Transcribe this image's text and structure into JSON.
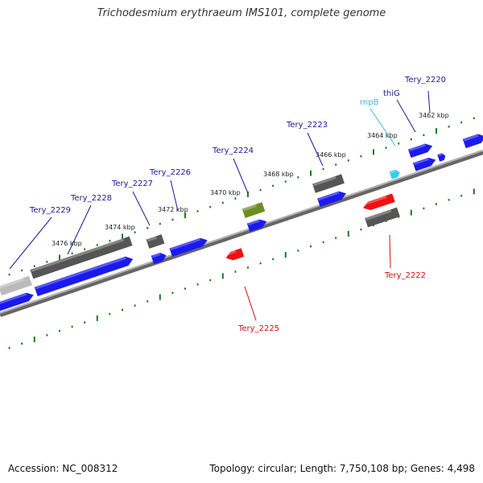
{
  "title": "Trichodesmium erythraeum IMS101, complete genome",
  "footer": {
    "accession": "Accession: NC_008312",
    "stats": "Topology: circular; Length: 7,750,108 bp; Genes: 4,498"
  },
  "colors": {
    "plus_cds": "#1a1aee",
    "minus_cds": "#ee1111",
    "plus_label": "#1a1a99",
    "minus_label": "#cc1111",
    "rna_label": "#33bbdd",
    "rna_gene": "#33ccee",
    "gray_feature": "#555555",
    "pseudo_gene": "#6b8e23",
    "tick": "#1a7a1a",
    "backbone": "#888888"
  },
  "ticks": [
    {
      "label": "3462 kbp"
    },
    {
      "label": "3464 kbp"
    },
    {
      "label": "3466 kbp"
    },
    {
      "label": "3468 kbp"
    },
    {
      "label": "3470 kbp"
    },
    {
      "label": "3472 kbp"
    },
    {
      "label": "3474 kbp"
    },
    {
      "label": "3476 kbp"
    }
  ],
  "gene_labels": [
    {
      "name": "Tery_2220",
      "strand": "plus"
    },
    {
      "name": "thiG",
      "strand": "plus"
    },
    {
      "name": "rnpB",
      "strand": "rna"
    },
    {
      "name": "Tery_2223",
      "strand": "plus"
    },
    {
      "name": "Tery_2224",
      "strand": "plus"
    },
    {
      "name": "Tery_2226",
      "strand": "plus"
    },
    {
      "name": "Tery_2227",
      "strand": "plus"
    },
    {
      "name": "Tery_2228",
      "strand": "plus"
    },
    {
      "name": "Tery_2229",
      "strand": "plus"
    },
    {
      "name": "Tery_2222",
      "strand": "minus"
    },
    {
      "name": "Tery_2225",
      "strand": "minus"
    }
  ]
}
